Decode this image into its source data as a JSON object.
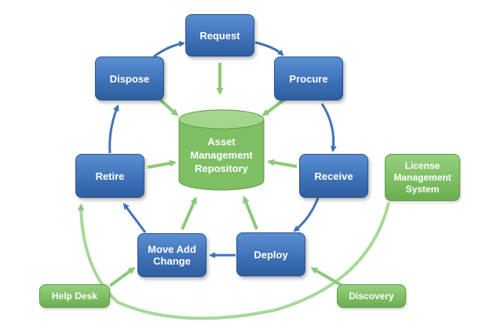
{
  "center": {
    "label": "Asset\nManagement\nRepository"
  },
  "nodes": {
    "request": "Request",
    "procure": "Procure",
    "receive": "Receive",
    "deploy": "Deploy",
    "move_add_change": "Move Add\nChange",
    "retire": "Retire",
    "dispose": "Dispose"
  },
  "external": {
    "license_management_system": "License\nManagement\nSystem",
    "help_desk": "Help Desk",
    "discovery": "Discovery"
  },
  "colors": {
    "lifecycle_blue": "#3f72b8",
    "repository_green": "#86c46b",
    "arrow_blue": "#3f72b8",
    "arrow_green": "#8cc97a"
  }
}
